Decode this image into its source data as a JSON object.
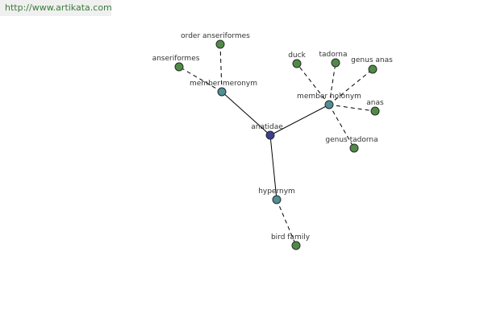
{
  "banner": {
    "url": "http://www.artikata.com"
  },
  "colors": {
    "center": "#3b3f8f",
    "relation": "#4f8f96",
    "leaf": "#4e8c45"
  },
  "graph": {
    "nodes": [
      {
        "id": "anatidae",
        "label": "anatidae",
        "kind": "center"
      },
      {
        "id": "member-meronym",
        "label": "member meronym",
        "kind": "relation"
      },
      {
        "id": "member-holonym",
        "label": "member holonym",
        "kind": "relation"
      },
      {
        "id": "hypernym",
        "label": "hypernym",
        "kind": "relation"
      },
      {
        "id": "order-anseriformes",
        "label": "order anseriformes",
        "kind": "leaf"
      },
      {
        "id": "anseriformes",
        "label": "anseriformes",
        "kind": "leaf"
      },
      {
        "id": "duck",
        "label": "duck",
        "kind": "leaf"
      },
      {
        "id": "tadorna",
        "label": "tadorna",
        "kind": "leaf"
      },
      {
        "id": "genus-anas",
        "label": "genus anas",
        "kind": "leaf"
      },
      {
        "id": "anas",
        "label": "anas",
        "kind": "leaf"
      },
      {
        "id": "genus-tadorna",
        "label": "genus tadorna",
        "kind": "leaf"
      },
      {
        "id": "bird-family",
        "label": "bird family",
        "kind": "leaf"
      }
    ],
    "edges": [
      {
        "from": "anatidae",
        "to": "member-meronym",
        "style": "solid"
      },
      {
        "from": "anatidae",
        "to": "member-holonym",
        "style": "solid"
      },
      {
        "from": "anatidae",
        "to": "hypernym",
        "style": "solid"
      },
      {
        "from": "member-meronym",
        "to": "order-anseriformes",
        "style": "dashed"
      },
      {
        "from": "member-meronym",
        "to": "anseriformes",
        "style": "dashed"
      },
      {
        "from": "member-holonym",
        "to": "duck",
        "style": "dashed"
      },
      {
        "from": "member-holonym",
        "to": "tadorna",
        "style": "dashed"
      },
      {
        "from": "member-holonym",
        "to": "genus-anas",
        "style": "dashed"
      },
      {
        "from": "member-holonym",
        "to": "anas",
        "style": "dashed"
      },
      {
        "from": "member-holonym",
        "to": "genus-tadorna",
        "style": "dashed"
      },
      {
        "from": "hypernym",
        "to": "bird-family",
        "style": "dashed"
      }
    ]
  }
}
